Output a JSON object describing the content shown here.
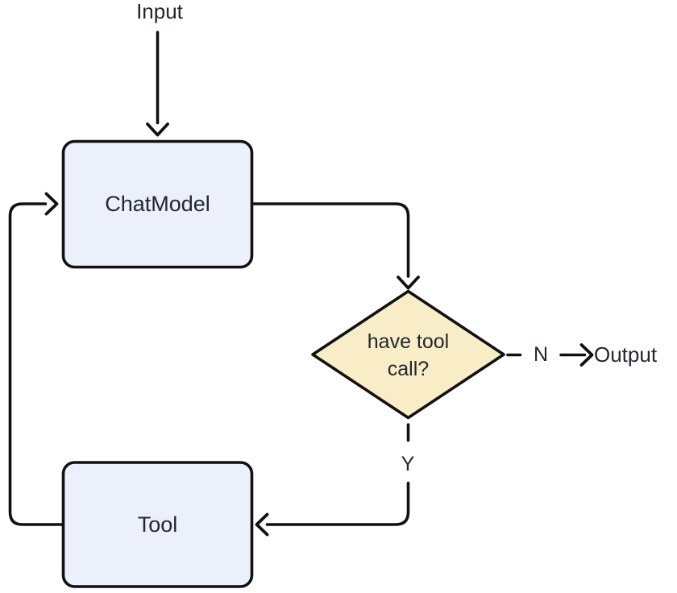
{
  "diagram": {
    "type": "flowchart",
    "colors": {
      "background": "#ffffff",
      "node_fill": "#ecf0fb",
      "decision_fill": "#f8edc7",
      "stroke": "#111111",
      "text": "#22262e"
    },
    "nodes": [
      {
        "id": "input",
        "shape": "text",
        "label": "Input"
      },
      {
        "id": "chatmodel",
        "shape": "rounded-rect",
        "label": "ChatModel"
      },
      {
        "id": "decision",
        "shape": "diamond",
        "label": "have tool call?",
        "label_lines": [
          "have tool",
          "call?"
        ]
      },
      {
        "id": "tool",
        "shape": "rounded-rect",
        "label": "Tool"
      },
      {
        "id": "output",
        "shape": "text",
        "label": "Output"
      }
    ],
    "edges": [
      {
        "from": "input",
        "to": "chatmodel",
        "label": "",
        "style": "solid"
      },
      {
        "from": "chatmodel",
        "to": "decision",
        "label": "",
        "style": "solid"
      },
      {
        "from": "decision",
        "to": "output",
        "label": "N",
        "style": "dashed"
      },
      {
        "from": "decision",
        "to": "tool",
        "label": "Y",
        "style": "dashed"
      },
      {
        "from": "tool",
        "to": "chatmodel",
        "label": "",
        "style": "solid"
      }
    ]
  }
}
